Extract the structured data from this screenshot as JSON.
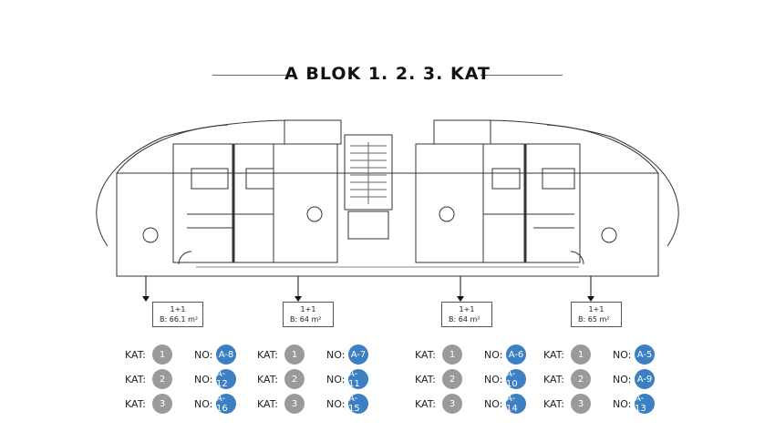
{
  "title": "A BLOK 1.  2.  3.  KAT",
  "units": [
    {
      "type": "1+1",
      "area": "B: 66.1 m²"
    },
    {
      "type": "1+1",
      "area": "B: 64 m²"
    },
    {
      "type": "1+1",
      "area": "B: 64 m²"
    },
    {
      "type": "1+1",
      "area": "B: 65 m²"
    }
  ],
  "labels": {
    "kat": "KAT:",
    "no": "NO:"
  },
  "floors": [
    "1",
    "2",
    "3"
  ],
  "apartment_numbers": [
    [
      "A-8",
      "A-12",
      "A-16"
    ],
    [
      "A-7",
      "A-11",
      "A-15"
    ],
    [
      "A-6",
      "A-10",
      "A-14"
    ],
    [
      "A-5",
      "A-9",
      "A-13"
    ]
  ],
  "colors": {
    "floor_badge": "#9a9a9a",
    "number_badge": "#3c7fc2"
  }
}
